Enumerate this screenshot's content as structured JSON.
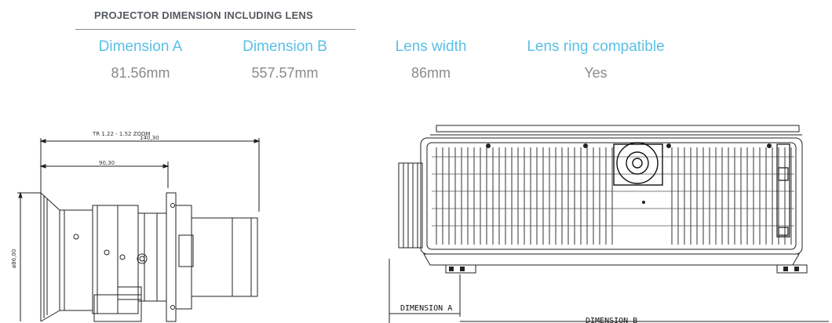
{
  "section_title": "PROJECTOR DIMENSION INCLUDING LENS",
  "specs": [
    {
      "label": "Dimension A",
      "value": "81.56mm"
    },
    {
      "label": "Dimension B",
      "value": "557.57mm"
    },
    {
      "label": "Lens width",
      "value": "86mm"
    },
    {
      "label": "Lens ring compatible",
      "value": "Yes"
    }
  ],
  "lens_drawing": {
    "zoom_label": "TR 1.22 - 1.52 ZOOM",
    "overall_length": "140,30",
    "partial_length": "90,30",
    "diameter": "ø86,00"
  },
  "projector_drawing": {
    "dimension_a_label": "DIMENSION A",
    "dimension_b_label": "DIMENSION B"
  },
  "colors": {
    "accent": "#5bbfe6",
    "value_text": "#8a8a8a",
    "title_text": "#555a60"
  }
}
